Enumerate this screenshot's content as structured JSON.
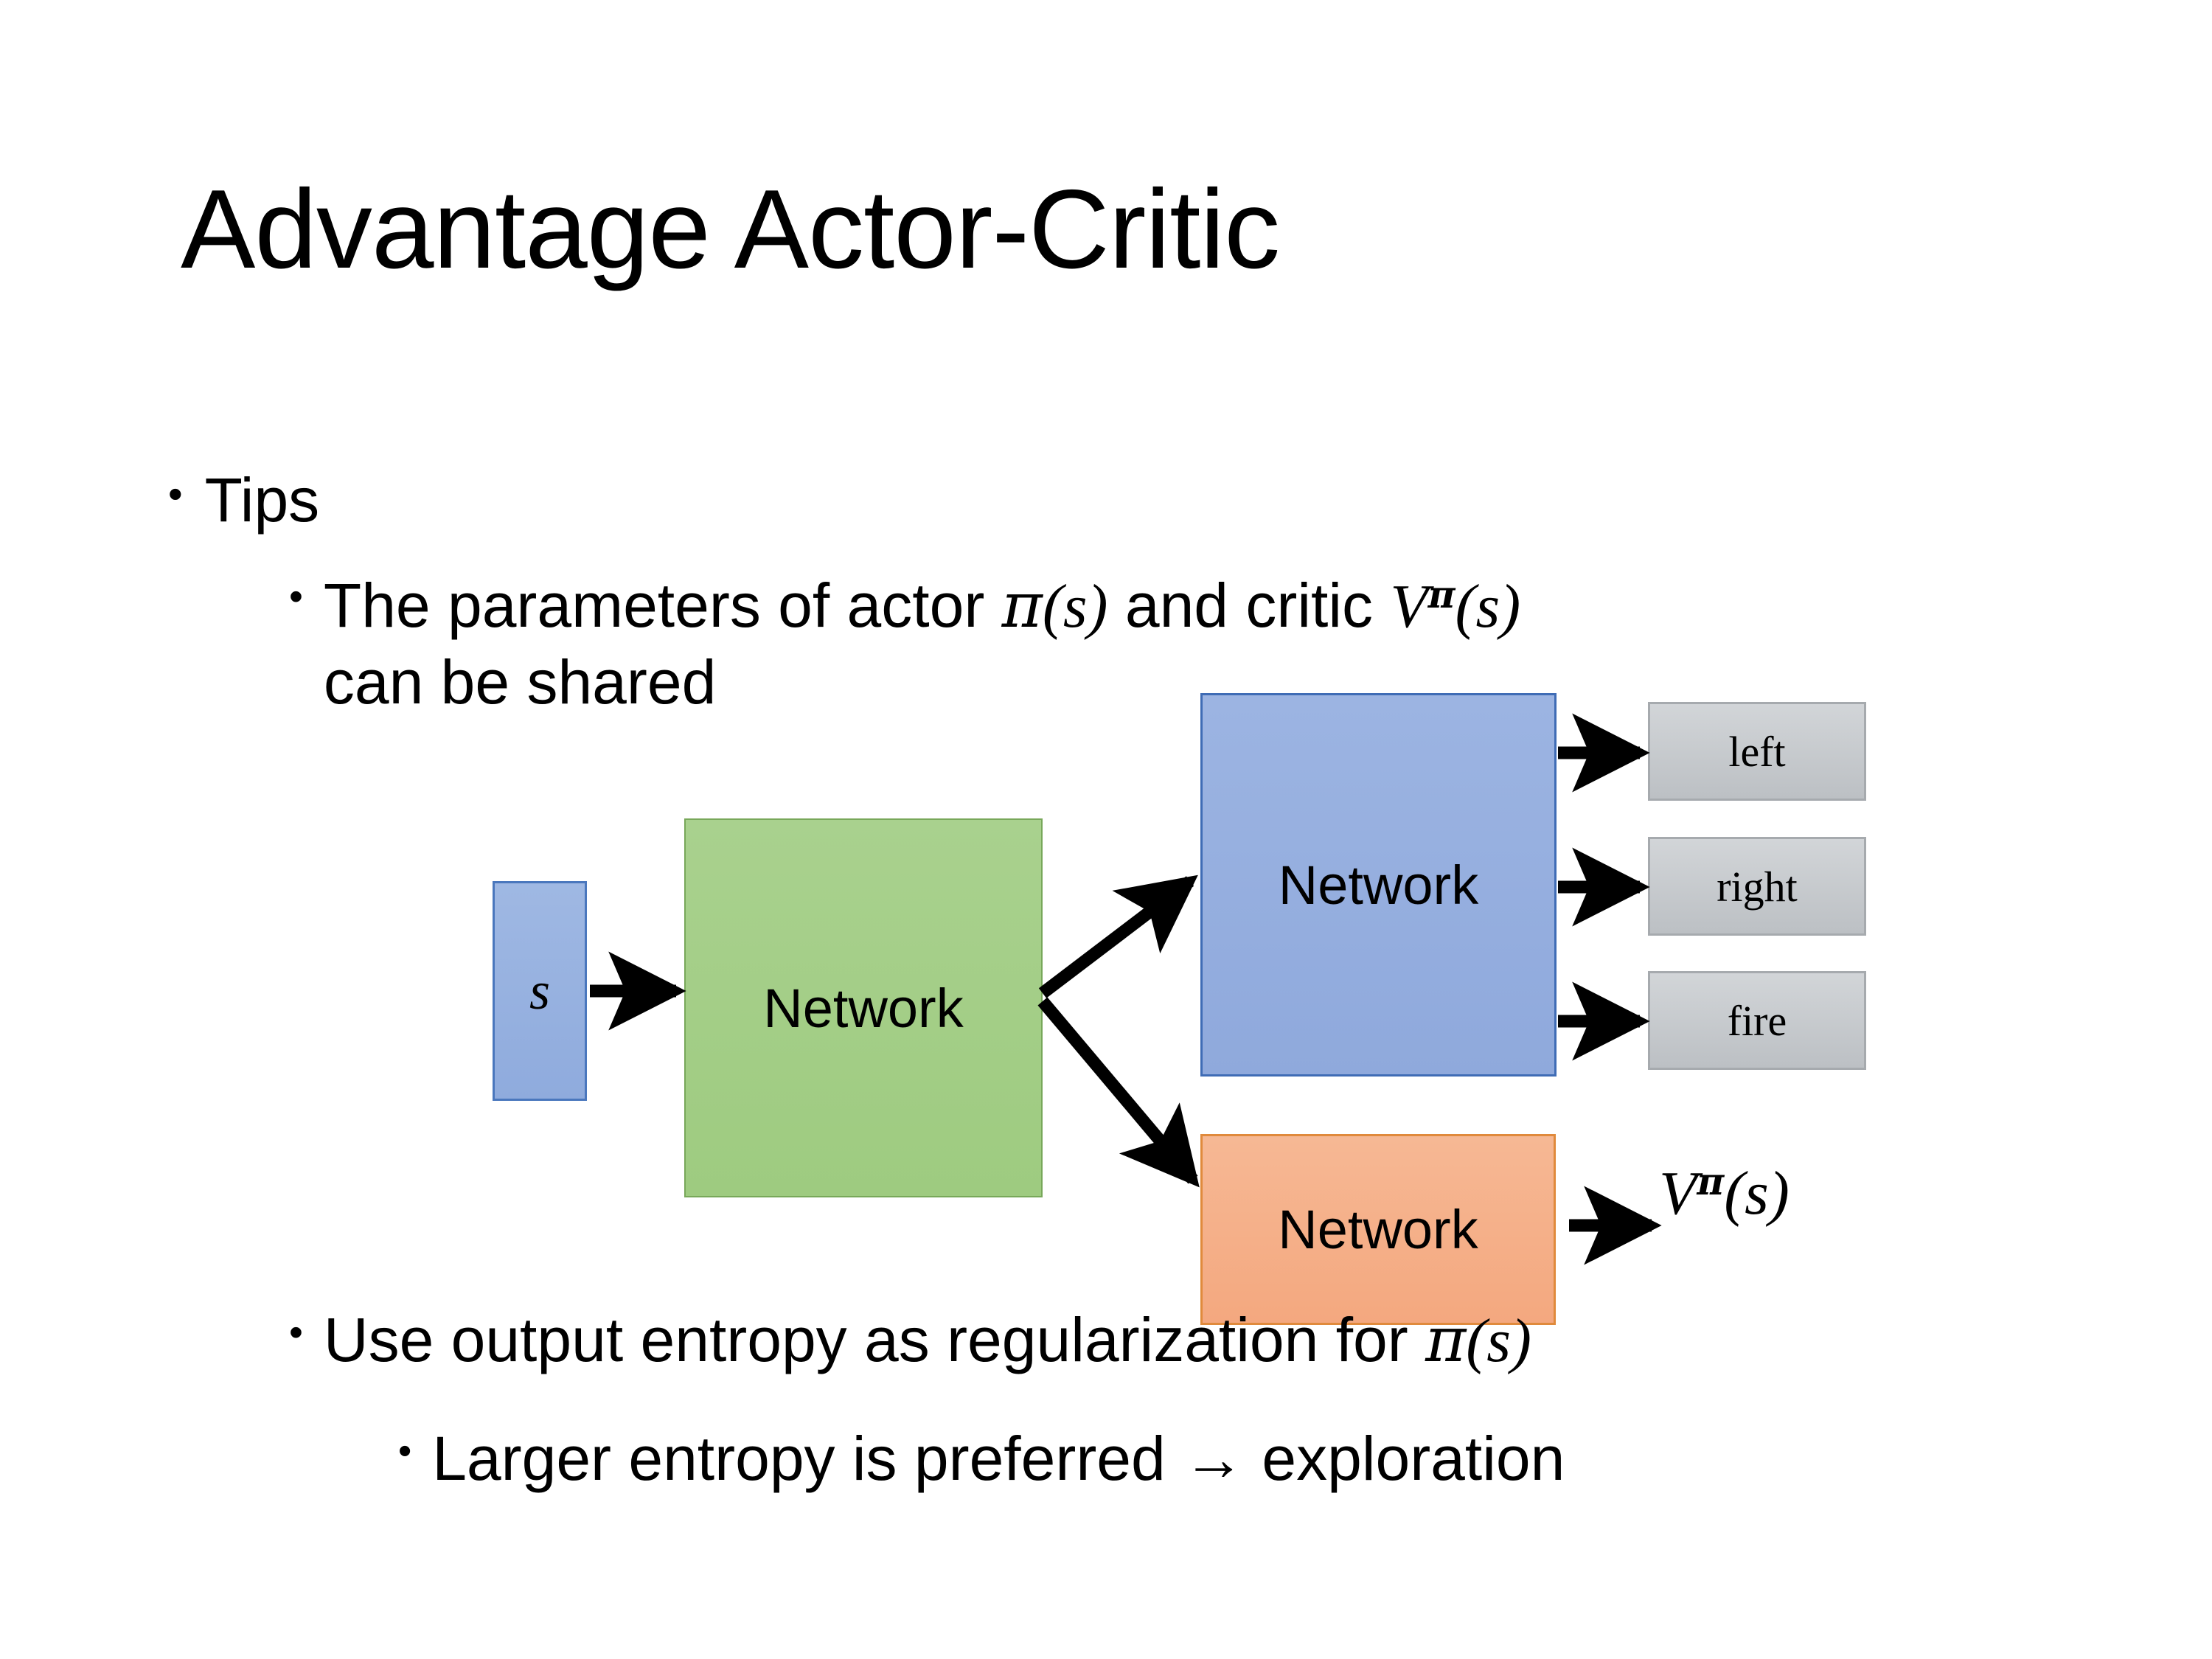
{
  "slide": {
    "title": "Advantage Actor-Critic"
  },
  "bullets": {
    "tips": {
      "marker": "•",
      "text": "Tips"
    },
    "shared": {
      "marker": "•",
      "line1_pre": "The parameters of actor ",
      "pi_s": "π(s)",
      "line1_mid": "  and critic ",
      "v_pi_s": "Vπ(s)",
      "line2": "can be shared"
    },
    "entropy": {
      "marker": "•",
      "pre": "Use output entropy as regularization for ",
      "pi_s": "π(s)"
    },
    "larger": {
      "marker": "•",
      "text": "Larger entropy is preferred → exploration"
    }
  },
  "diagram": {
    "state_box": {
      "label": "s"
    },
    "shared_network": {
      "label": "Network"
    },
    "actor_network": {
      "label": "Network"
    },
    "critic_network": {
      "label": "Network"
    },
    "actions": [
      {
        "label": "left"
      },
      {
        "label": "right"
      },
      {
        "label": "fire"
      }
    ],
    "value_output": {
      "label": "Vπ(s)",
      "base": "V",
      "exp": "π",
      "arg": "(s)"
    },
    "colors": {
      "state_fill": "#95b0de",
      "state_border": "#4a77bd",
      "shared_fill": "#a9d18e",
      "shared_border": "#78a85a",
      "actor_fill": "#95abdf",
      "actor_border": "#3f6cb5",
      "critic_fill": "#f5ae86",
      "critic_border": "#e08a3c",
      "action_fill": "#c5c9cd",
      "action_border": "#a6aaae",
      "arrow": "#000000",
      "text": "#000000",
      "background": "#ffffff"
    }
  }
}
